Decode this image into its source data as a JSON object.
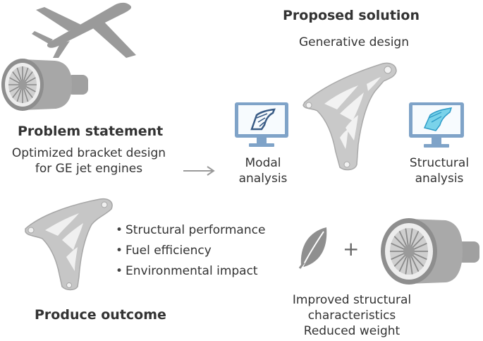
{
  "proposed": {
    "title": "Proposed solution",
    "subtitle": "Generative design",
    "modal_label": [
      "Modal",
      "analysis"
    ],
    "structural_label": [
      "Structural",
      "analysis"
    ]
  },
  "problem": {
    "title": "Problem statement",
    "description": [
      "Optimized bracket design",
      "for GE jet engines"
    ]
  },
  "outcome": {
    "title": "Produce outcome",
    "bullets": [
      "Structural performance",
      "Fuel efficiency",
      "Environmental impact"
    ],
    "plus": "+",
    "results": [
      "Improved structural",
      "characteristics",
      "Reduced weight"
    ]
  },
  "icons": {
    "airplane": "airplane-icon",
    "jet_engine": "jet-engine-icon",
    "leaf": "leaf-icon",
    "monitor": "monitor-icon",
    "bracket": "bracket-icon",
    "arrow": "arrow-right-icon"
  },
  "colors": {
    "gray_dark": "#8a8a8a",
    "gray_light": "#c4c4c4",
    "screen_blue": "#7fa3c8",
    "heat_cyan": "#56c7e6"
  }
}
